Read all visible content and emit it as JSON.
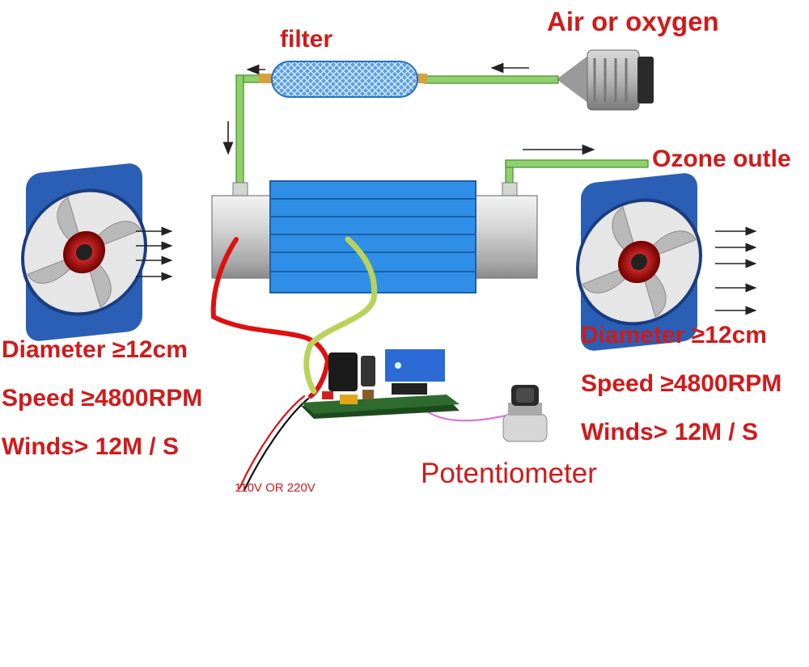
{
  "labels": {
    "filter": "filter",
    "air_or_oxygen": "Air or oxygen",
    "ozone_outlet": "Ozone outle",
    "left_fan": {
      "diameter": "Diameter ≥12cm",
      "speed": "Speed ≥4800RPM",
      "winds": "Winds> 12M / S"
    },
    "right_fan": {
      "diameter": "Diameter ≥12cm",
      "speed": "Speed ≥4800RPM",
      "winds": "Winds> 12M / S"
    },
    "potentiometer": "Potentiometer",
    "voltage": "110V OR 220V"
  },
  "colors": {
    "text_red": "#d11a1a",
    "tube_green": "#8fd16a",
    "electrode_blue": "#2f8fe6",
    "fan_blue": "#2a5fb5",
    "cylinder_grey": "#c9c9c9",
    "wire_red": "#e01010",
    "wire_yellowgreen": "#b9d35a",
    "wire_pink": "#d877d8",
    "board_green": "#2f6b2f"
  },
  "icons": [
    "fan-icon",
    "filter-icon",
    "air-intake-icon",
    "circuit-board-icon",
    "potentiometer-icon",
    "flow-arrow-icon"
  ]
}
